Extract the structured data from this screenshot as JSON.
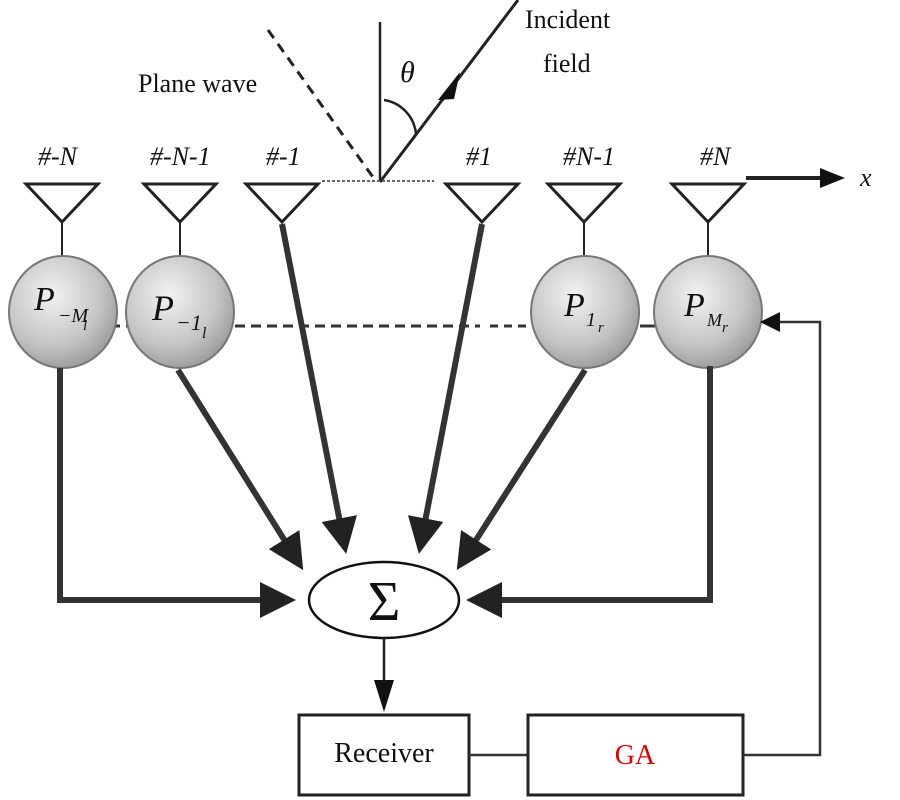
{
  "diagram": {
    "labels": {
      "plane_wave": "Plane wave",
      "incident_field_line1": "Incident",
      "incident_field_line2": "field",
      "theta": "θ",
      "x_axis": "x"
    },
    "antennas": [
      {
        "id": "#-N",
        "label": "#-N"
      },
      {
        "id": "#-N-1",
        "label": "#-N-1"
      },
      {
        "id": "#-1",
        "label": "#-1"
      },
      {
        "id": "#1",
        "label": "#1"
      },
      {
        "id": "#N-1",
        "label": "#N-1"
      },
      {
        "id": "#N",
        "label": "#N"
      }
    ],
    "phase_shifters": [
      {
        "main": "P",
        "sub": "−M",
        "subsub": "l"
      },
      {
        "main": "P",
        "sub": "−1",
        "subsub": "l"
      },
      {
        "main": "P",
        "sub": "1",
        "subsub": "r"
      },
      {
        "main": "P",
        "sub": "M",
        "subsub": "r"
      }
    ],
    "summer": {
      "symbol": "Σ"
    },
    "blocks": {
      "receiver": "Receiver",
      "ga": "GA"
    },
    "colors": {
      "ga_text": "#e00000",
      "line": "#333333",
      "sphere_light": "#eeeeee",
      "sphere_dark": "#9a9a9a"
    }
  }
}
